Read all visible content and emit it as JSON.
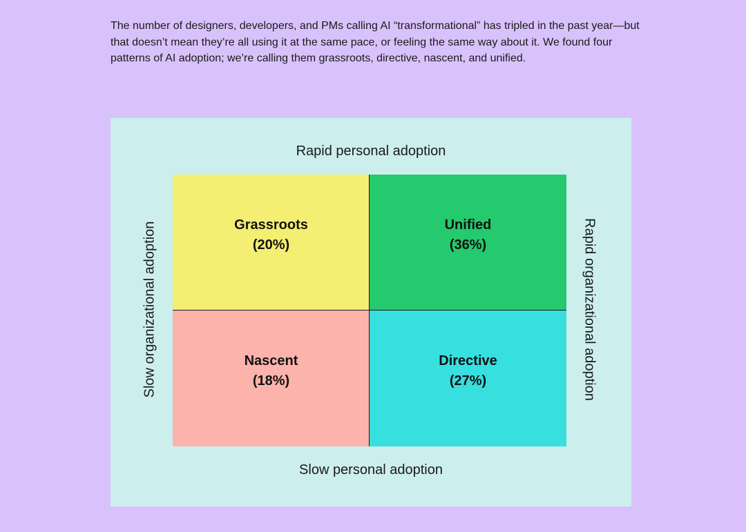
{
  "intro": {
    "paragraph": "The number of designers, developers, and PMs calling AI “transformational” has tripled in the past year—but that doesn’t mean they’re all using it at the same pace, or feeling the same way about it. We found four patterns of AI adoption; we’re calling them grassroots, directive, nascent, and unified."
  },
  "matrix": {
    "axis_top": "Rapid personal adoption",
    "axis_bottom": "Slow personal adoption",
    "axis_left": "Slow organizational adoption",
    "axis_right": "Rapid organizational adoption",
    "quadrants": {
      "top_left": {
        "name": "Grassroots",
        "pct": "(20%)",
        "color": "#f4ee72"
      },
      "top_right": {
        "name": "Unified",
        "pct": "(36%)",
        "color": "#25c96e"
      },
      "bottom_left": {
        "name": "Nascent",
        "pct": "(18%)",
        "color": "#fbb3ab"
      },
      "bottom_right": {
        "name": "Directive",
        "pct": "(27%)",
        "color": "#37dfdf"
      }
    }
  },
  "colors": {
    "page_background": "#d9c2fc",
    "card_background": "#ccefed"
  }
}
